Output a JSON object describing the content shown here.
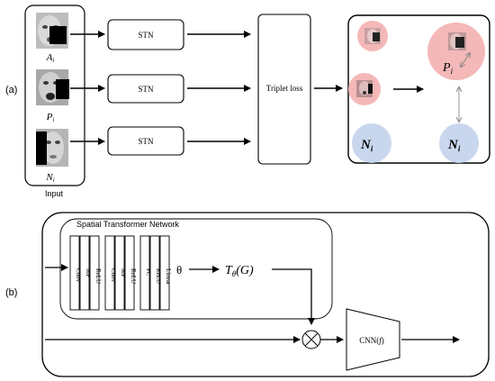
{
  "panel_a": {
    "label": "(a)",
    "input_caption": "Input",
    "inputs": [
      {
        "sub": "A",
        "idx": "i"
      },
      {
        "sub": "P",
        "idx": "i"
      },
      {
        "sub": "N",
        "idx": "i"
      }
    ],
    "stn_labels": [
      "STN",
      "STN",
      "STN"
    ],
    "triplet_loss": "Triplet loss",
    "embedding": {
      "p_big": {
        "sub": "P",
        "idx": "i"
      },
      "n_left": {
        "sub": "N",
        "idx": "i"
      },
      "n_right": {
        "sub": "N",
        "idx": "i"
      },
      "colors": {
        "pink": "#f4b8b8",
        "blue": "#c9d7ee",
        "pink_border": "#e89a9a"
      }
    }
  },
  "panel_b": {
    "label": "(b)",
    "stn_title": "Spatial Transformer Network",
    "layers": [
      "Conv",
      "MP",
      "ReLU",
      "Conv",
      "MP",
      "ReLU",
      "FC",
      "ReLU",
      "Linear"
    ],
    "theta": "θ",
    "transform": {
      "T": "T",
      "sub": "θ",
      "arg": "(G)"
    },
    "cnn": {
      "name": "CNN",
      "arg": "(",
      "f": "f",
      "close": ")"
    }
  }
}
